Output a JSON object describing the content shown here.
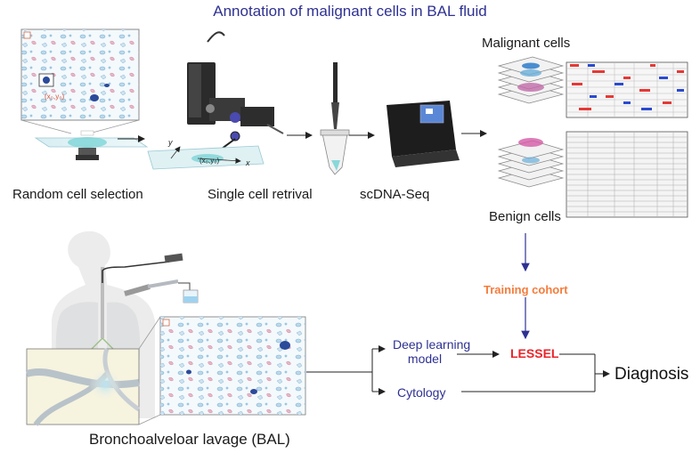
{
  "title": "Annotation of malignant cells in BAL fluid",
  "steps": {
    "random_selection": "Random cell selection",
    "single_cell": "Single cell retrival",
    "scdna": "scDNA-Seq"
  },
  "groups": {
    "malignant": "Malignant cells",
    "benign": "Benign cells"
  },
  "training_cohort": "Training cohort",
  "deep_learning_line1": "Deep learning",
  "deep_learning_line2": "model",
  "cytology": "Cytology",
  "lessel": "LESSEL",
  "diagnosis": "Diagnosis",
  "bal_label": "Bronchoalveloar lavage (BAL)",
  "coords": {
    "x": "x",
    "y": "y",
    "xy_sub": "(x",
    "pos_label": "(x₀,y₀)"
  },
  "colors": {
    "title_blue": "#2e3192",
    "orange": "#f47c3c",
    "red": "#e8252b",
    "arrow_blue": "#2e3192",
    "cell_blue": "#7fb3d5",
    "teal": "#4fc3c8"
  }
}
